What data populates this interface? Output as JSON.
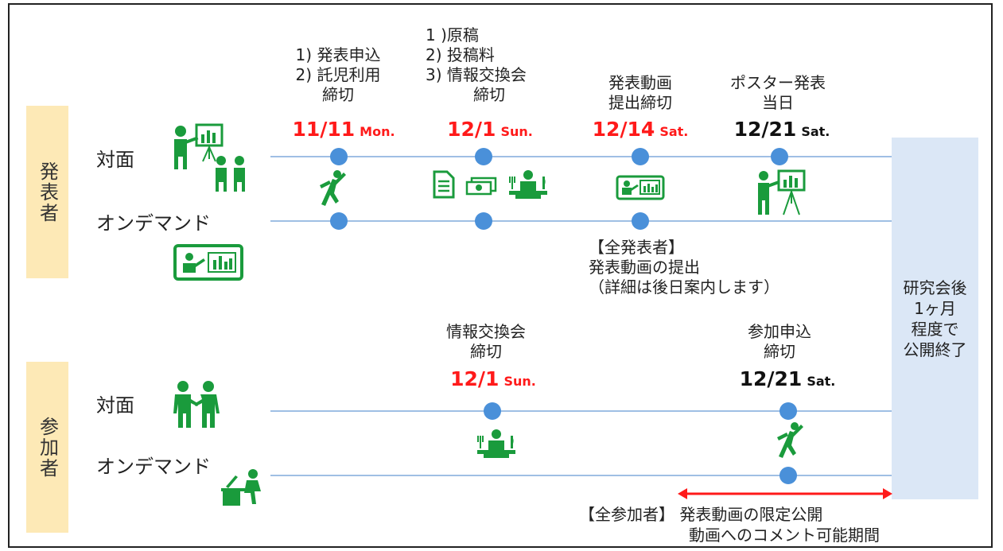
{
  "roles": {
    "presenter": "発表者",
    "participant": "参加者"
  },
  "rows": {
    "presenter_onsite": "対面",
    "presenter_ondemand": "オンデマンド",
    "participant_onsite": "対面",
    "participant_ondemand": "オンデマンド"
  },
  "presenter_milestones": [
    {
      "lines": [
        "1) 発表申込",
        "2) 託児利用",
        "締切"
      ],
      "date": "11/11",
      "weekday": "Mon.",
      "color": "#ff1a1a",
      "icon": "jumping-person-icon"
    },
    {
      "lines": [
        "1 )原稿",
        "2) 投稿料",
        "3) 情報交換会",
        "締切"
      ],
      "date": "12/1",
      "weekday": "Sun.",
      "color": "#ff1a1a",
      "icons": [
        "document-icon",
        "money-icon",
        "dining-person-icon"
      ]
    },
    {
      "lines": [
        "発表動画",
        "提出締切"
      ],
      "date": "12/14",
      "weekday": "Sat.",
      "color": "#ff1a1a",
      "icon": "presentation-screen-icon"
    },
    {
      "lines": [
        "ポスター発表",
        "当日"
      ],
      "date": "12/21",
      "weekday": "Sat.",
      "color": "#111111",
      "icon": "presenter-board-icon"
    }
  ],
  "presenter_ondemand_note": [
    "【全発表者】",
    "発表動画の提出",
    "（詳細は後日案内します）"
  ],
  "participant_milestones": [
    {
      "lines": [
        "情報交換会",
        "締切"
      ],
      "date": "12/1",
      "weekday": "Sun.",
      "color": "#ff1a1a",
      "icon": "dining-person-icon"
    },
    {
      "lines": [
        "参加申込",
        "締切"
      ],
      "date": "12/21",
      "weekday": "Sat.",
      "color": "#111111",
      "icon": "jumping-person-icon"
    }
  ],
  "end_box": [
    "研究会後",
    "1ヶ月",
    "程度で",
    "公開終了"
  ],
  "bottom_note": {
    "line1": "【全参加者】 発表動画の限定公開",
    "line2": "動画へのコメント可能期間"
  },
  "colors": {
    "accent_red": "#ff1a1a",
    "icon_green": "#1a9b3c",
    "timeline_dot": "#4a90d9",
    "timeline_line": "#9fbfe4",
    "role_label_bg": "#fde9b6",
    "end_box_bg": "#dbe7f6"
  }
}
